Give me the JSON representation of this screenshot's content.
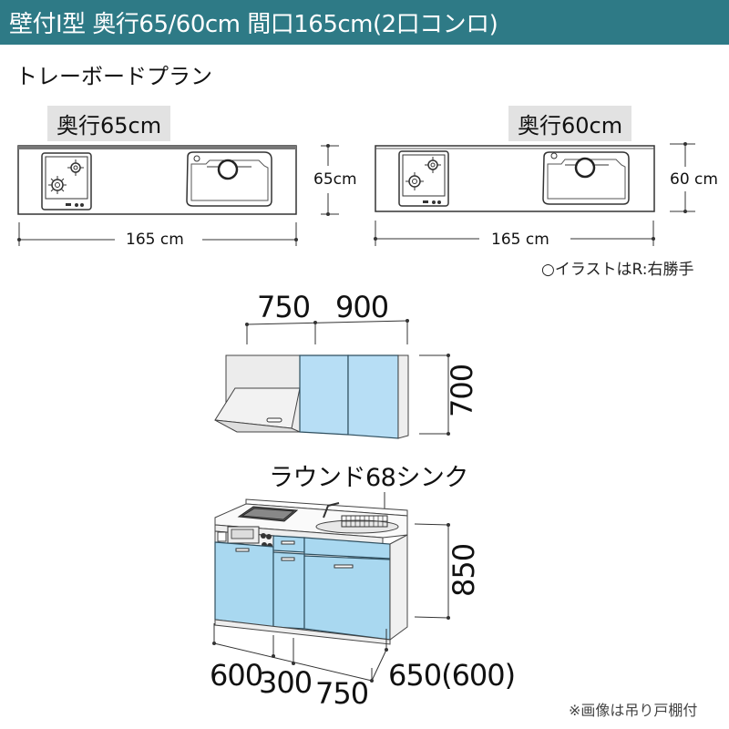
{
  "header": {
    "title": "壁付I型 奥行65/60cm 間口165cm(2口コンロ)",
    "background_color": "#2e7a86"
  },
  "plan": {
    "title": "トレーボードプラン",
    "left": {
      "depth_label": "奥行65cm",
      "depth_dimension": "65cm",
      "width_dimension": "165 cm"
    },
    "right": {
      "depth_label": "奥行60cm",
      "depth_dimension": "60 cm",
      "width_dimension": "165 cm",
      "note": "○イラストはR:右勝手"
    }
  },
  "wall_cabinet": {
    "widths": [
      "750",
      "900"
    ],
    "height": "700",
    "door_color": "#b7def5"
  },
  "base_cabinet": {
    "sink_label": "ラウンド68シンク",
    "height": "850",
    "widths": [
      "600",
      "300",
      "750"
    ],
    "depth": "650(600)",
    "door_color": "#a9d8f0"
  },
  "footnote": "※画像は吊り戸棚付"
}
